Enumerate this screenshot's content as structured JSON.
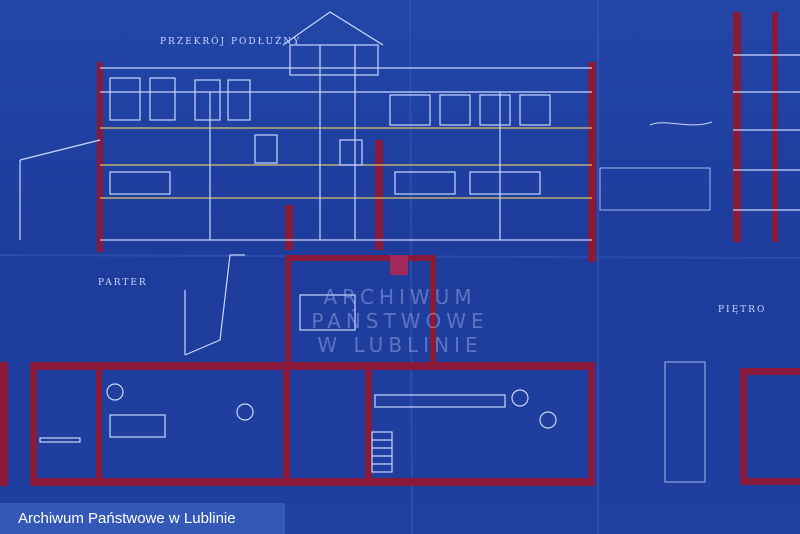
{
  "drawing": {
    "label_section": "PRZEKRÓJ PODŁUŻNY",
    "label_ground": "PARTER",
    "label_floor": "PIĘTRO"
  },
  "watermark": {
    "line1": "ARCHIWUM PAŃSTWOWE",
    "line2": "W LUBLINIE"
  },
  "caption": {
    "text": "Archiwum Państwowe w Lublinie"
  },
  "colors": {
    "paper": "#1f3f9e",
    "line": "#c9d6ff",
    "wall_red": "#8a1a3a",
    "caption_bg": "#4d73c6"
  }
}
